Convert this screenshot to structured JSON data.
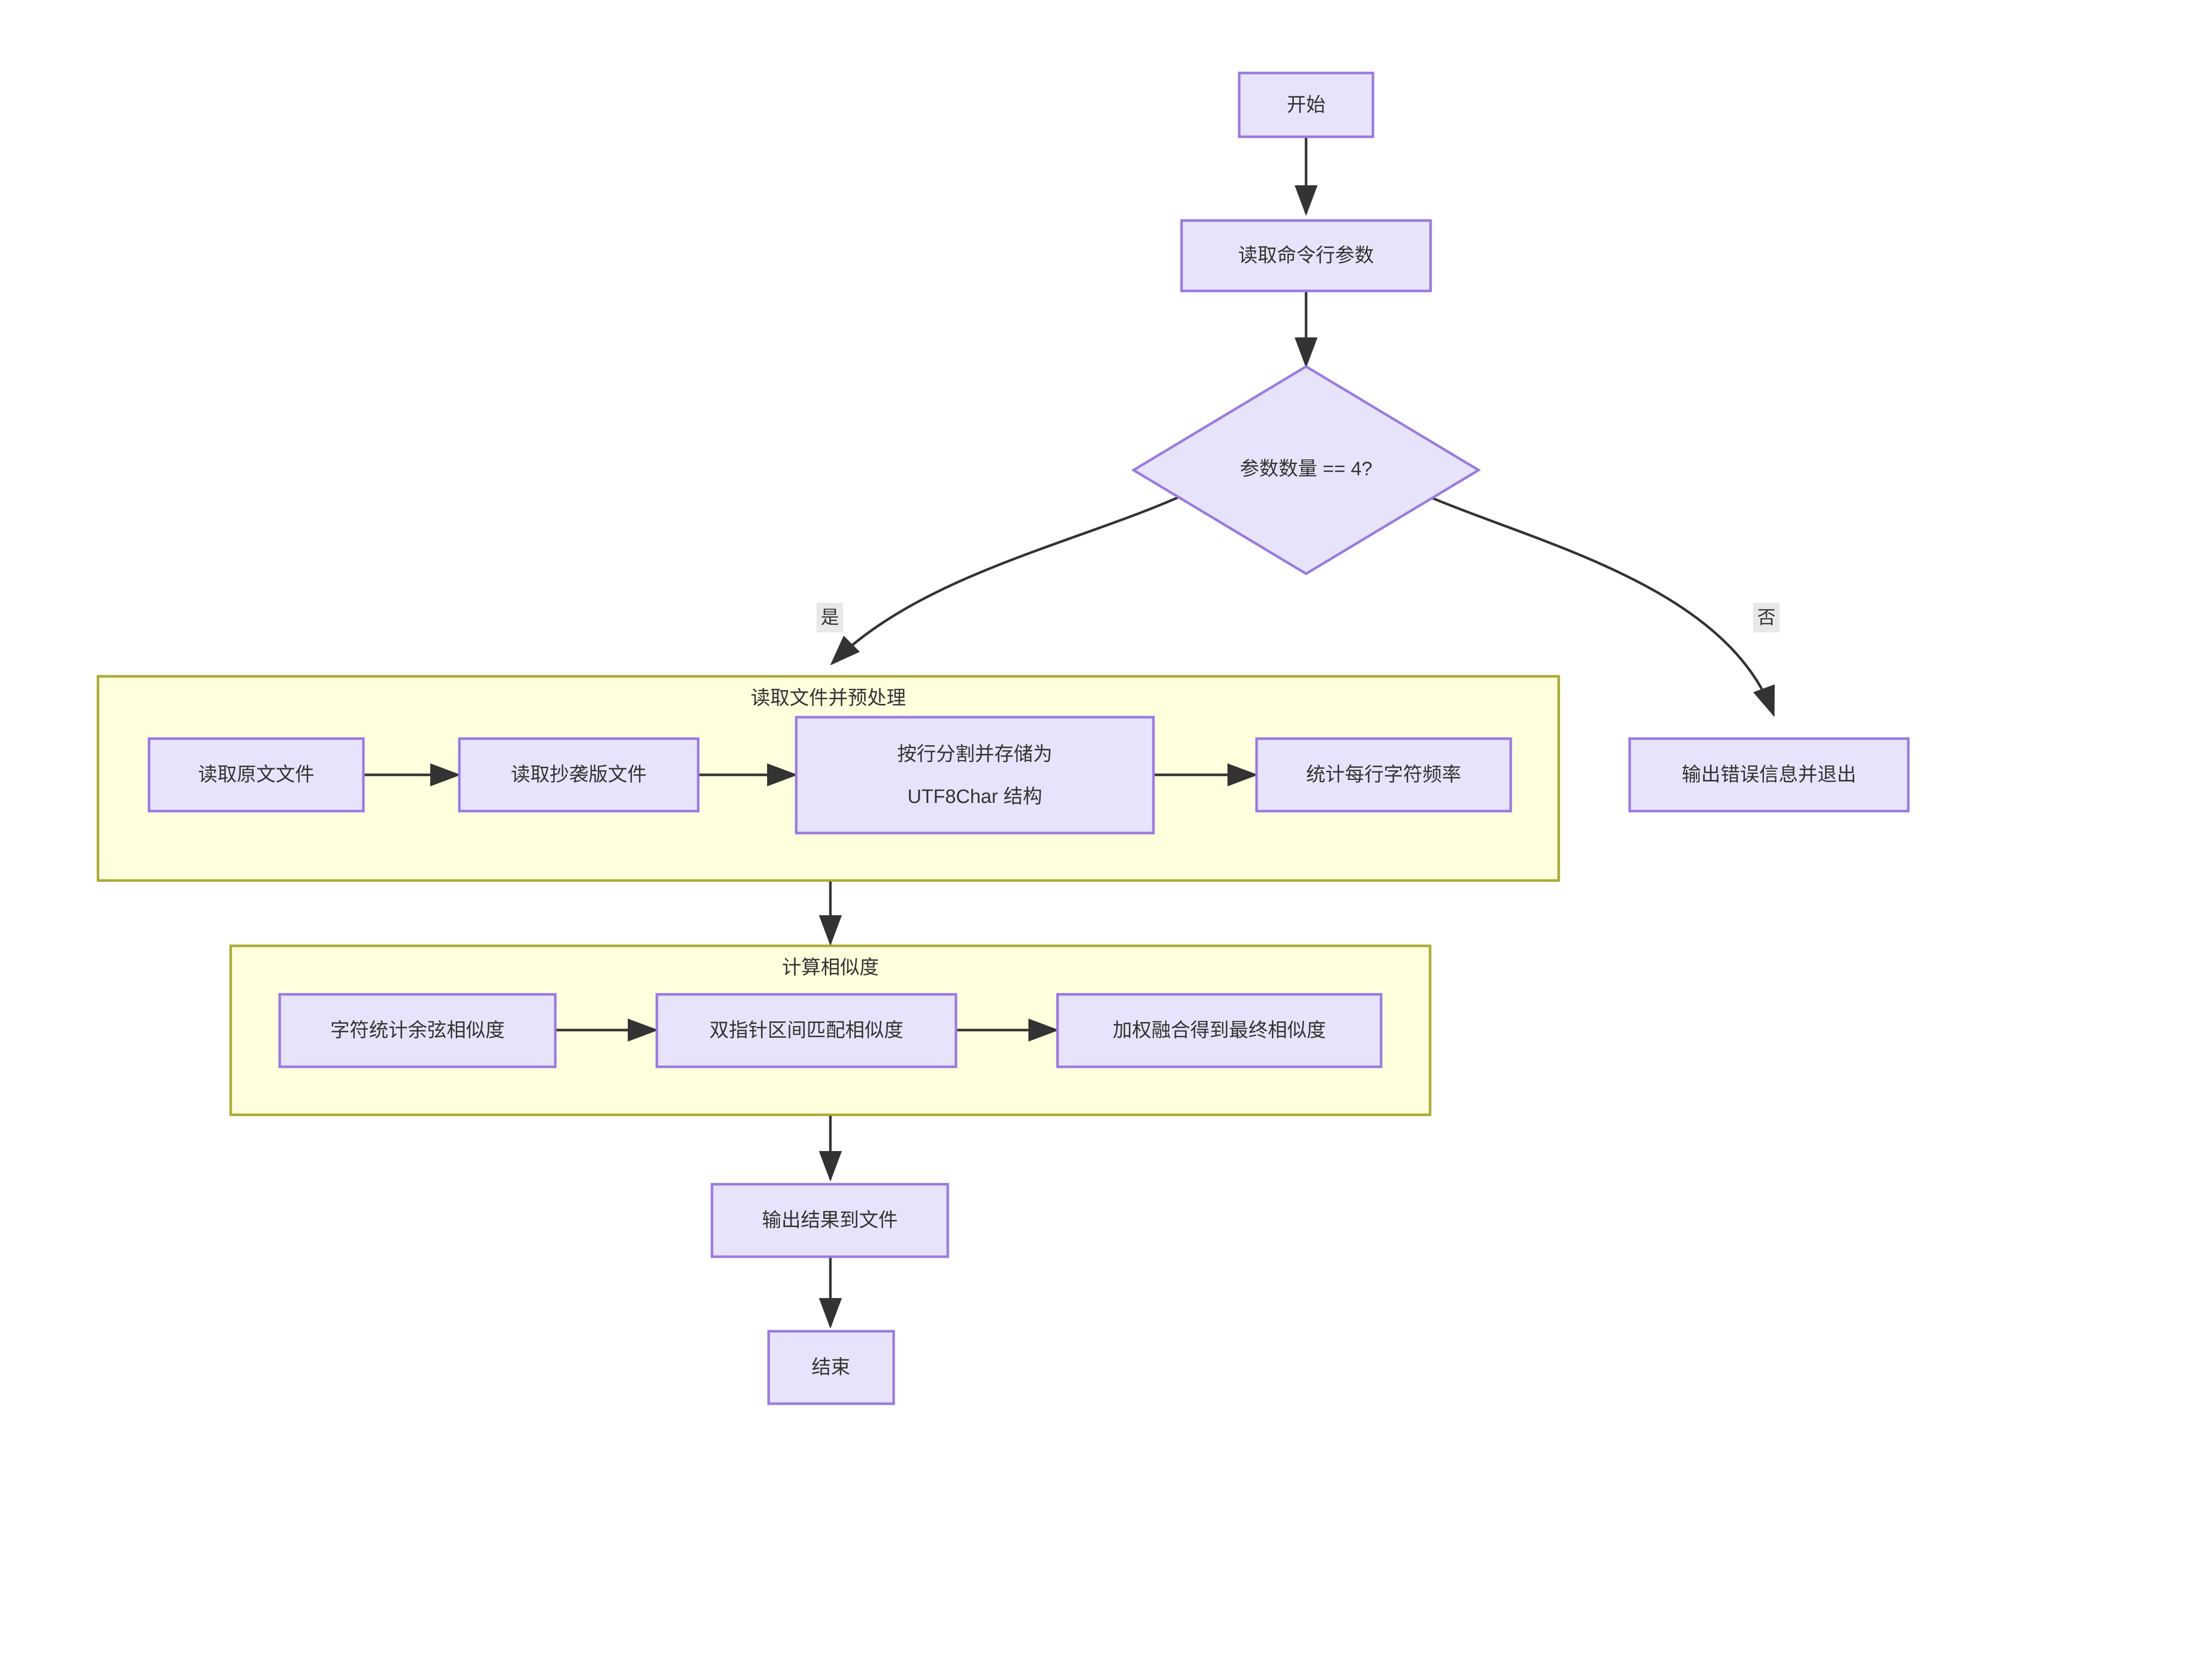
{
  "diagram": {
    "type": "flowchart",
    "direction": "top-down",
    "background_color": "#ffffff",
    "node_fill": "#e7e3fa",
    "node_stroke": "#9a7ae0",
    "cluster_fill": "#ffffdd",
    "cluster_stroke": "#aaaa33",
    "edge_color": "#333333",
    "edge_label_bg": "#e8e8e8",
    "nodes": [
      {
        "id": "start",
        "label": "开始",
        "shape": "rect"
      },
      {
        "id": "readargs",
        "label": "读取命令行参数",
        "shape": "rect"
      },
      {
        "id": "decision",
        "label": "参数数量 == 4?",
        "shape": "diamond"
      },
      {
        "id": "readorig",
        "label": "读取原文文件",
        "shape": "rect"
      },
      {
        "id": "readcopy",
        "label": "读取抄袭版文件",
        "shape": "rect"
      },
      {
        "id": "splitlines",
        "label_line1": "按行分割并存储为",
        "label_line2": "UTF8Char 结构",
        "shape": "rect"
      },
      {
        "id": "charfreq",
        "label": "统计每行字符频率",
        "shape": "rect"
      },
      {
        "id": "error",
        "label": "输出错误信息并退出",
        "shape": "rect"
      },
      {
        "id": "cosine",
        "label": "字符统计余弦相似度",
        "shape": "rect"
      },
      {
        "id": "twoptr",
        "label": "双指针区间匹配相似度",
        "shape": "rect"
      },
      {
        "id": "fusion",
        "label": "加权融合得到最终相似度",
        "shape": "rect"
      },
      {
        "id": "output",
        "label": "输出结果到文件",
        "shape": "rect"
      },
      {
        "id": "end",
        "label": "结束",
        "shape": "rect"
      }
    ],
    "clusters": [
      {
        "id": "preprocess",
        "label": "读取文件并预处理"
      },
      {
        "id": "similarity",
        "label": "计算相似度"
      }
    ],
    "edges": [
      {
        "from": "start",
        "to": "readargs",
        "label": ""
      },
      {
        "from": "readargs",
        "to": "decision",
        "label": ""
      },
      {
        "from": "decision",
        "to": "preprocess",
        "label": "是"
      },
      {
        "from": "decision",
        "to": "error",
        "label": "否"
      },
      {
        "from": "readorig",
        "to": "readcopy",
        "label": ""
      },
      {
        "from": "readcopy",
        "to": "splitlines",
        "label": ""
      },
      {
        "from": "splitlines",
        "to": "charfreq",
        "label": ""
      },
      {
        "from": "preprocess",
        "to": "similarity",
        "label": ""
      },
      {
        "from": "cosine",
        "to": "twoptr",
        "label": ""
      },
      {
        "from": "twoptr",
        "to": "fusion",
        "label": ""
      },
      {
        "from": "similarity",
        "to": "output",
        "label": ""
      },
      {
        "from": "output",
        "to": "end",
        "label": ""
      }
    ]
  }
}
